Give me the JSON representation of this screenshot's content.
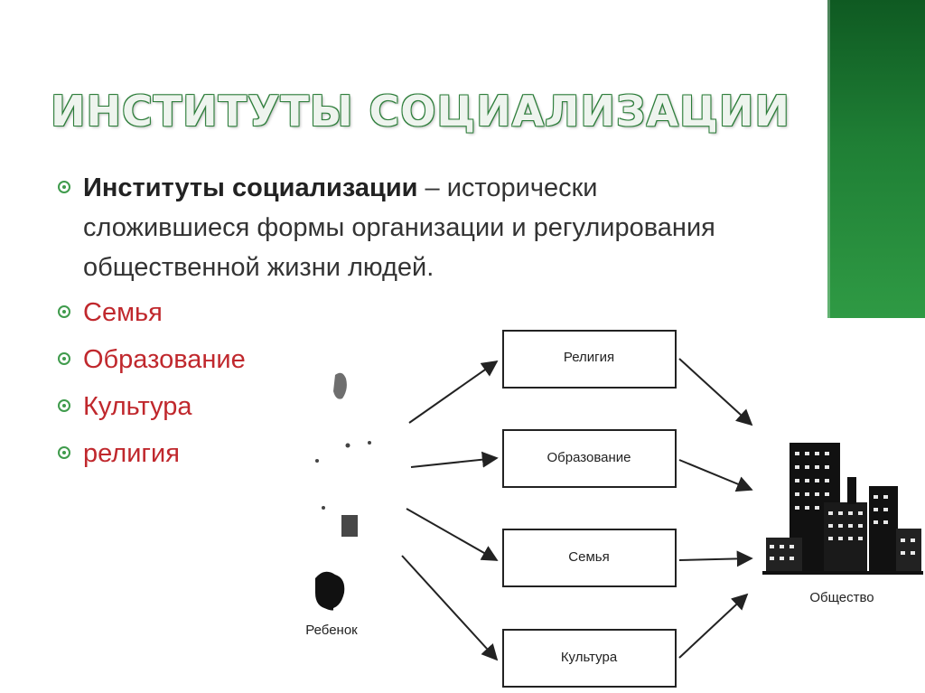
{
  "title": "ИНСТИТУТЫ СОЦИАЛИЗАЦИИ",
  "definition": {
    "term": "Институты социализации",
    "text": " – исторически сложившиеся формы организации и регулирования общественной жизни людей."
  },
  "list_items": [
    "Семья",
    "Образование",
    "Культура",
    "религия"
  ],
  "diagram": {
    "source_label": "Ребенок",
    "target_label": "Общество",
    "boxes": [
      "Религия",
      "Образование",
      "Семья",
      "Культура"
    ]
  },
  "colors": {
    "accent_green": "#3f9b4c",
    "list_red": "#c0282d",
    "sidebar_green": "#1f7f35"
  }
}
